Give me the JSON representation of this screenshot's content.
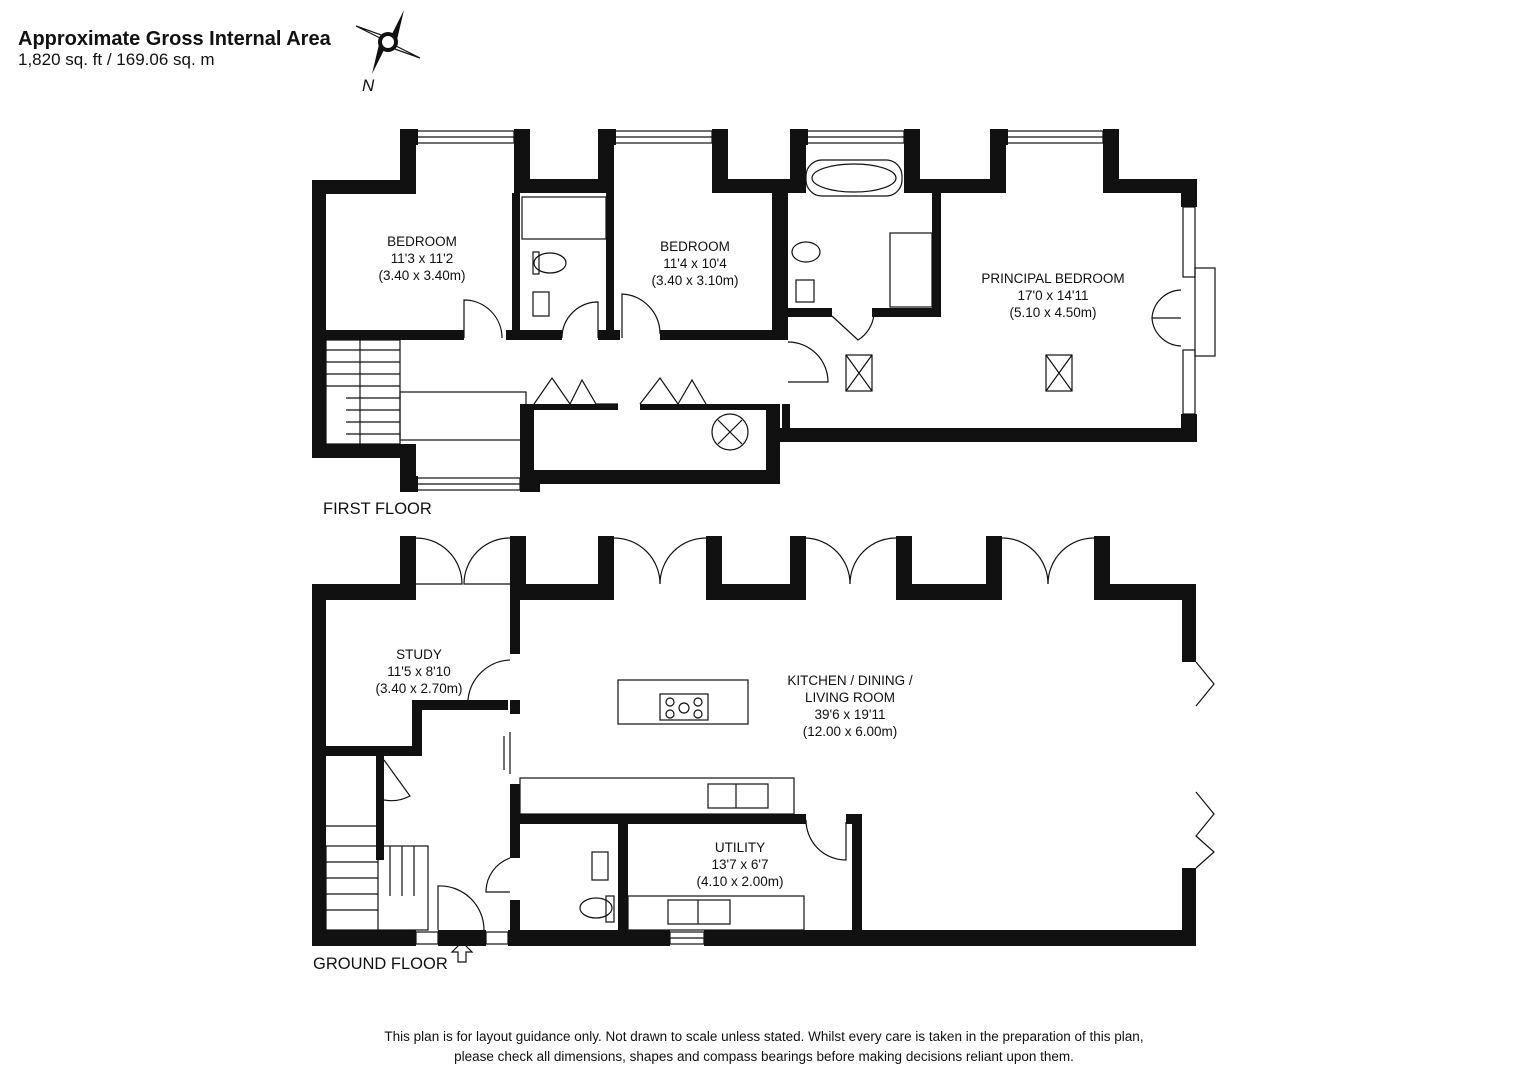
{
  "header": {
    "title": "Approximate Gross Internal Area",
    "area": "1,820 sq. ft / 169.06 sq. m"
  },
  "compass": {
    "north_label": "N"
  },
  "floors": {
    "first": {
      "label": "FIRST FLOOR",
      "rooms": [
        {
          "name": "BEDROOM",
          "imperial": "11'3 x 11'2",
          "metric": "(3.40 x 3.40m)"
        },
        {
          "name": "BEDROOM",
          "imperial": "11'4 x 10'4",
          "metric": "(3.40 x 3.10m)"
        },
        {
          "name": "PRINCIPAL BEDROOM",
          "imperial": "17'0 x 14'11",
          "metric": "(5.10 x 4.50m)"
        }
      ]
    },
    "ground": {
      "label": "GROUND FLOOR",
      "rooms": [
        {
          "name": "STUDY",
          "imperial": "11'5 x 8'10",
          "metric": "(3.40 x 2.70m)"
        },
        {
          "name": "KITCHEN / DINING /",
          "name2": "LIVING ROOM",
          "imperial": "39'6 x 19'11",
          "metric": "(12.00 x 6.00m)"
        },
        {
          "name": "UTILITY",
          "imperial": "13'7 x 6'7",
          "metric": "(4.10 x 2.00m)"
        }
      ]
    }
  },
  "footer": {
    "line1": "This plan is for layout guidance only.  Not drawn to scale unless stated. Whilst every care is taken in the preparation of this plan,",
    "line2": "please check all dimensions, shapes and compass bearings before making decisions reliant upon them."
  }
}
